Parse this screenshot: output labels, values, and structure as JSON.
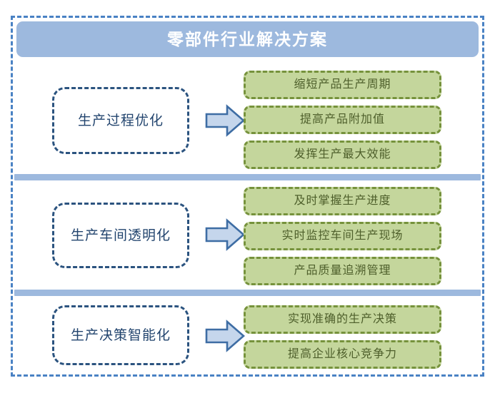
{
  "header": {
    "title": "零部件行业解决方案",
    "background_color": "#9DB9DE",
    "text_color": "#FFFFFF"
  },
  "frame": {
    "border_color": "#4A82C4",
    "style": "dashed"
  },
  "separators": {
    "color": "#9DB9DE",
    "count": 2
  },
  "arrow": {
    "icon": "arrow-right-icon",
    "fill_color": "#C5D6EC",
    "stroke_color": "#3E6DA4"
  },
  "theme": {
    "category_border": "#2B537F",
    "category_text": "#22446E",
    "benefit_fill": "#C4D69C",
    "benefit_border": "#76923C",
    "benefit_text": "#4E5F2B"
  },
  "sections": [
    {
      "category": "生产过程优化",
      "benefits": [
        "缩短产品生产周期",
        "提高产品附加值",
        "发挥生产最大效能"
      ]
    },
    {
      "category": "生产车间透明化",
      "benefits": [
        "及时掌握生产进度",
        "实时监控车间生产现场",
        "产品质量追溯管理"
      ]
    },
    {
      "category": "生产决策智能化",
      "benefits": [
        "实现准确的生产决策",
        "提高企业核心竞争力"
      ]
    }
  ]
}
